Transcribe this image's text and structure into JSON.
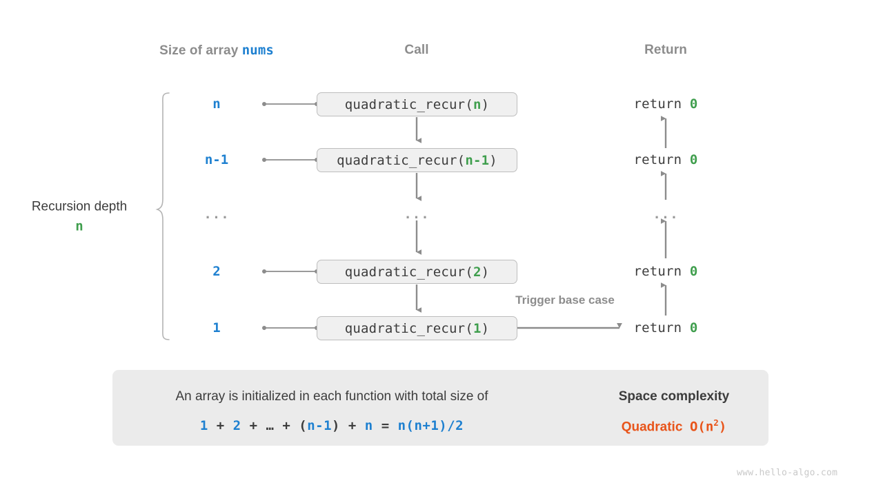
{
  "headers": {
    "size": "Size of array",
    "size_code": "nums",
    "call": "Call",
    "return": "Return"
  },
  "left_label": {
    "title": "Recursion depth",
    "value": "n"
  },
  "colors": {
    "blue": "#1e80d0",
    "green": "#3f9e4d",
    "orange": "#e8541a",
    "gray_text": "#8c8c8c",
    "box_fill": "#f0f0f0",
    "box_border": "#bdbdbd",
    "panel_fill": "#ebebeb",
    "line": "#8c8c8c"
  },
  "rows": [
    {
      "size": "n",
      "call_prefix": "quadratic_recur(",
      "call_arg": "n",
      "call_suffix": ")",
      "return_text": "return ",
      "return_value": "0",
      "is_ellipsis": false
    },
    {
      "size": "n-1",
      "call_prefix": "quadratic_recur(",
      "call_arg": "n-1",
      "call_suffix": ")",
      "return_text": "return ",
      "return_value": "0",
      "is_ellipsis": false
    },
    {
      "size": "...",
      "call_prefix": "...",
      "call_arg": "",
      "call_suffix": "",
      "return_text": "...",
      "return_value": "",
      "is_ellipsis": true
    },
    {
      "size": "2",
      "call_prefix": "quadratic_recur(",
      "call_arg": "2",
      "call_suffix": ")",
      "return_text": "return ",
      "return_value": "0",
      "is_ellipsis": false
    },
    {
      "size": "1",
      "call_prefix": "quadratic_recur(",
      "call_arg": "1",
      "call_suffix": ")",
      "return_text": "return ",
      "return_value": "0",
      "is_ellipsis": false
    }
  ],
  "annotations": {
    "trigger_base_case": "Trigger base case"
  },
  "summary": {
    "description": "An array is initialized in each function with total size of",
    "formula_parts": [
      {
        "t": "1",
        "c": "blue"
      },
      {
        "t": " + ",
        "c": "dark"
      },
      {
        "t": "2",
        "c": "blue"
      },
      {
        "t": " + ",
        "c": "dark"
      },
      {
        "t": "…",
        "c": "dark"
      },
      {
        "t": " + ",
        "c": "dark"
      },
      {
        "t": "(",
        "c": "dark"
      },
      {
        "t": "n-1",
        "c": "blue"
      },
      {
        "t": ")",
        "c": "dark"
      },
      {
        "t": " + ",
        "c": "dark"
      },
      {
        "t": "n",
        "c": "blue"
      },
      {
        "t": " = ",
        "c": "dark"
      },
      {
        "t": "n(n+1)/2",
        "c": "blue"
      }
    ],
    "formula_plain": "1 + 2 + … + (n-1) + n = n(n+1)/2",
    "complexity_title": "Space complexity",
    "complexity_name": "Quadratic",
    "complexity_big_o_base": "O(n",
    "complexity_big_o_exp": "2",
    "complexity_big_o_close": ")"
  },
  "watermark": "www.hello-algo.com"
}
